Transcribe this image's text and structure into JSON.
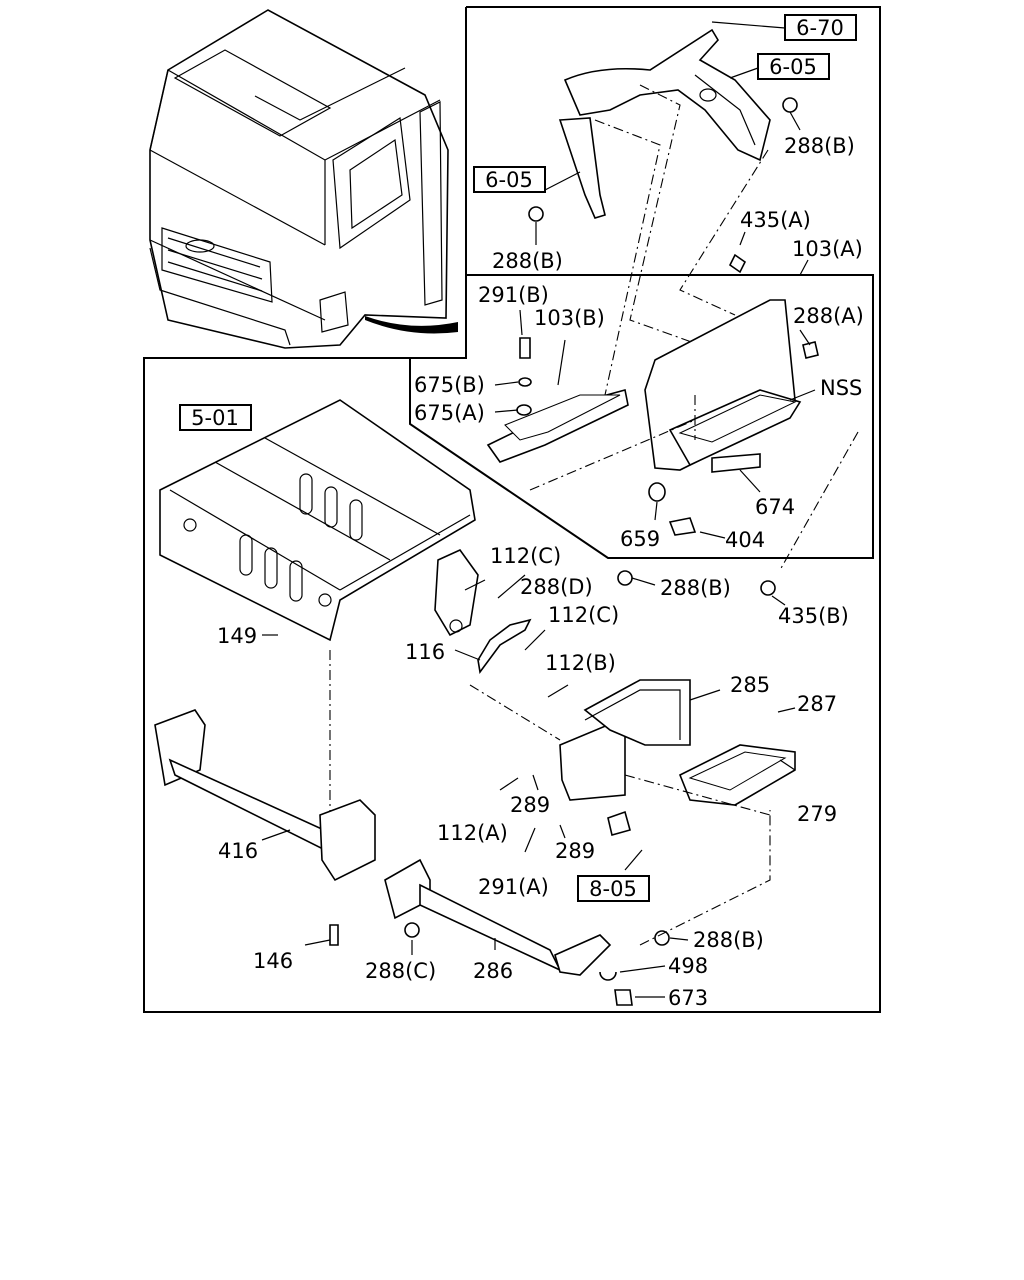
{
  "refs": {
    "r6_70": "6-70",
    "r6_05a": "6-05",
    "r6_05b": "6-05",
    "r5_01": "5-01",
    "r8_05": "8-05"
  },
  "labels": {
    "p288b_1": "288(B)",
    "p288b_2": "288(B)",
    "p435a": "435(A)",
    "p103a": "103(A)",
    "p291b": "291(B)",
    "p103b": "103(B)",
    "p288a": "288(A)",
    "p675b": "675(B)",
    "p675a": "675(A)",
    "pnss": "NSS",
    "p674": "674",
    "p659": "659",
    "p404": "404",
    "p288b_3": "288(B)",
    "p435b": "435(B)",
    "p112c_1": "112(C)",
    "p288d": "288(D)",
    "p112c_2": "112(C)",
    "p149": "149",
    "p116": "116",
    "p112b": "112(B)",
    "p285": "285",
    "p287": "287",
    "p279": "279",
    "p289_1": "289",
    "p112a": "112(A)",
    "p289_2": "289",
    "p416": "416",
    "p291a": "291(A)",
    "p146": "146",
    "p288c": "288(C)",
    "p286": "286",
    "p288b_4": "288(B)",
    "p498": "498",
    "p673": "673"
  }
}
